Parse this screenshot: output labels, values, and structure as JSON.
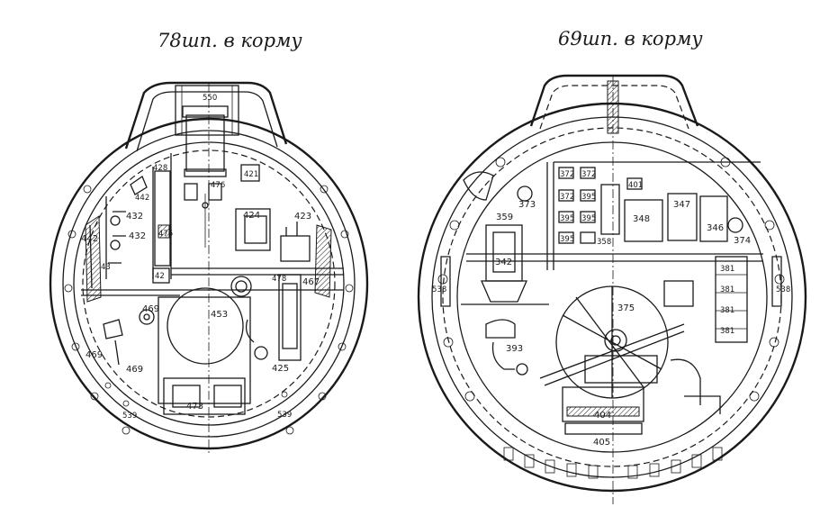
{
  "left_section": {
    "title": "78шп. в корму",
    "labels": {
      "l550": "550",
      "l428": "428",
      "l421": "421",
      "l442a": "442",
      "l476": "476",
      "l432a": "432",
      "l432b": "432",
      "l424": "424",
      "l423": "423",
      "l442b": "442",
      "l475": "475",
      "l43": "43",
      "l42": "42",
      "l478": "478",
      "l467": "467",
      "l469a": "469",
      "l453": "453",
      "l469b": "469",
      "l469c": "469",
      "l425": "425",
      "l473": "473",
      "l539a": "539",
      "l539b": "539"
    }
  },
  "right_section": {
    "title": "69шп. в корму",
    "labels": {
      "r372a": "372",
      "r372b": "372",
      "r372c": "372",
      "r395a": "395",
      "r395b": "395",
      "r395c": "395",
      "r395d": "395",
      "r401": "401",
      "r373": "373",
      "r359": "359",
      "r348": "348",
      "r347": "347",
      "r346": "346",
      "r358": "358",
      "r374": "374",
      "r342": "342",
      "r381a": "381",
      "r381b": "381",
      "r381c": "381",
      "r381d": "381",
      "r375": "375",
      "r393": "393",
      "r538a": "538",
      "r538b": "538",
      "r404": "404",
      "r405": "405"
    }
  }
}
